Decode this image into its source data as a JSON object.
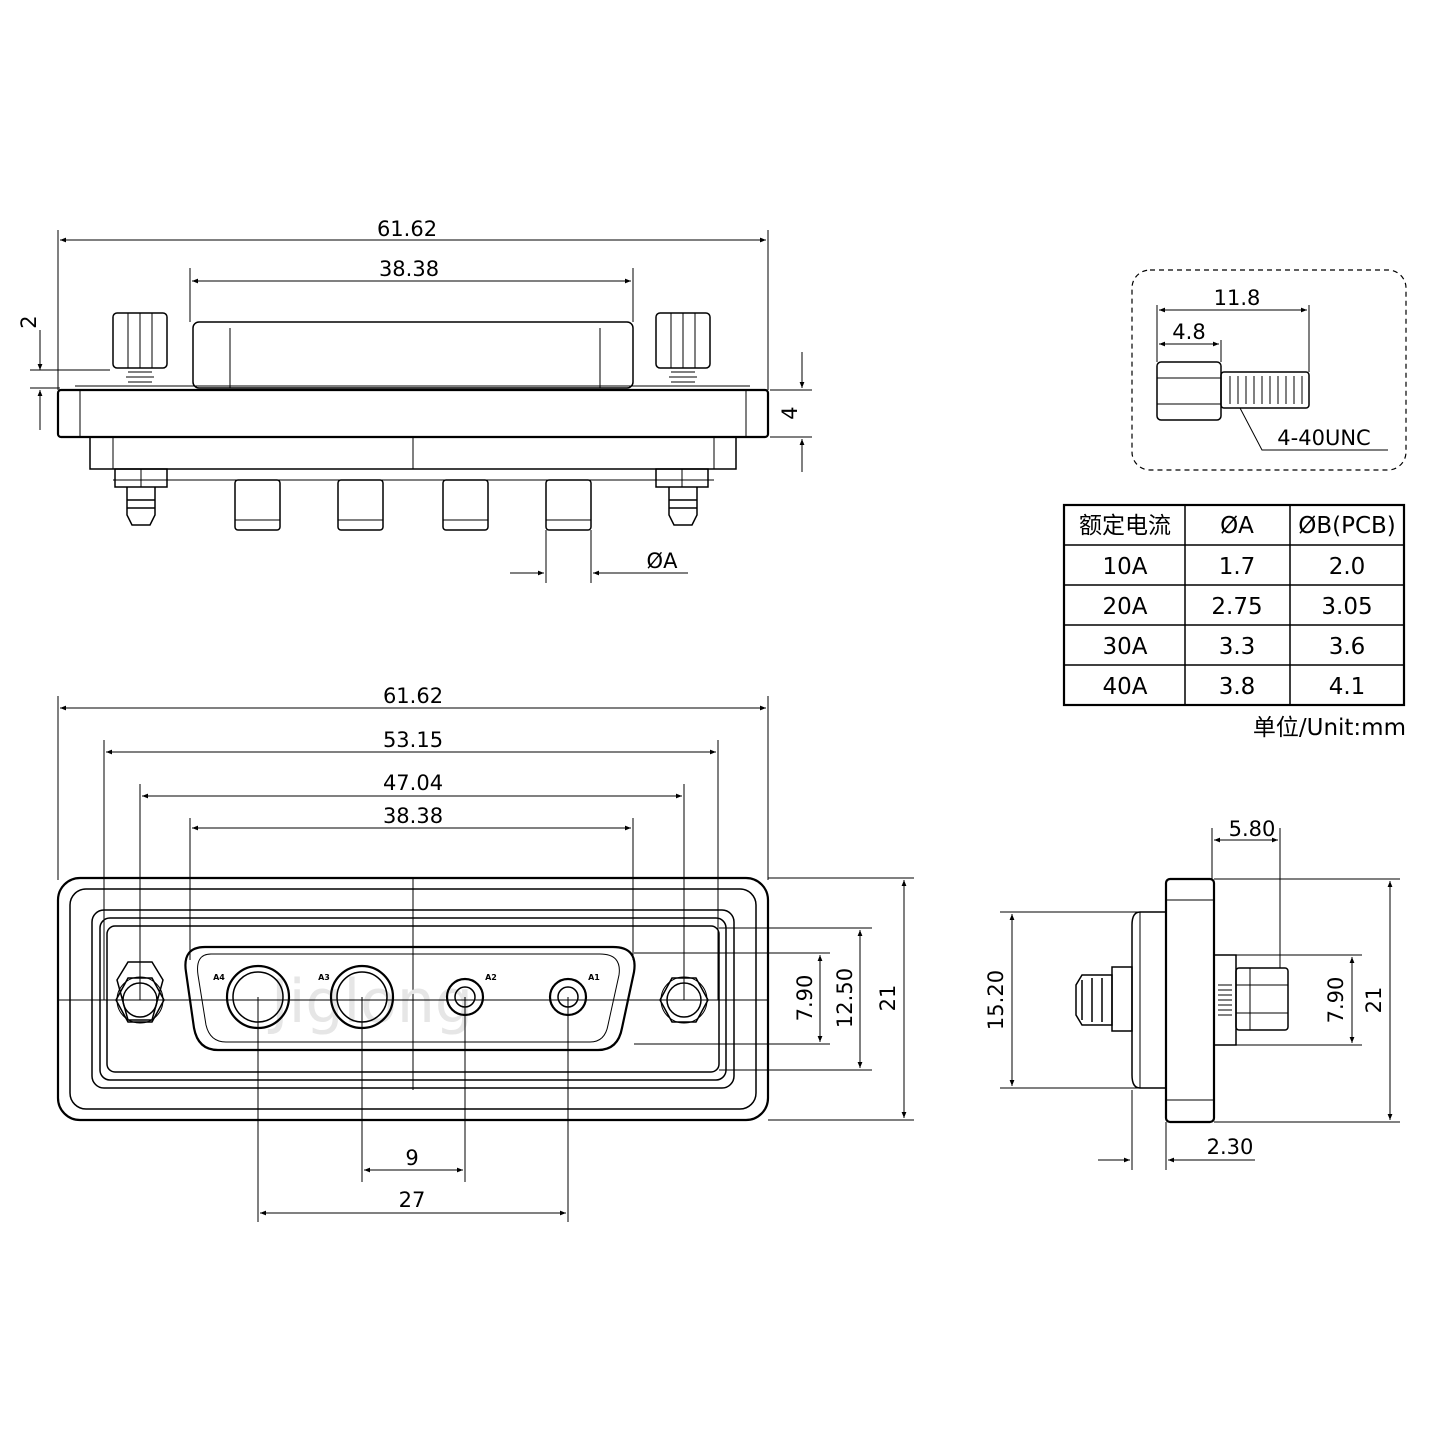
{
  "dimensions": {
    "top_view": {
      "overall_width": "61.62",
      "body_width": "38.38",
      "screw_offset": "2",
      "flange_thickness": "4",
      "pin_diameter": "ØA"
    },
    "screw_detail": {
      "total_length": "11.8",
      "head_length": "4.8",
      "thread_spec": "4-40UNC"
    },
    "front_view": {
      "overall_width": "61.62",
      "mount_hole_spacing": "53.15",
      "flange_inner_width": "47.04",
      "shell_width": "38.38",
      "pin_pitch_small": "9",
      "pin_pitch_outer": "27",
      "shell_height": "7.90",
      "inner_height": "12.50",
      "overall_height": "21"
    },
    "side_view": {
      "offset_top": "5.80",
      "body_height": "15.20",
      "shell_height": "7.90",
      "overall_height": "21",
      "offset_bottom": "2.30"
    }
  },
  "pin_labels": [
    "A4",
    "A3",
    "A2",
    "A1"
  ],
  "watermark": "Jiglong",
  "rating_table": {
    "headers": [
      "额定电流",
      "ØA",
      "ØB(PCB)"
    ],
    "rows": [
      [
        "10A",
        "1.7",
        "2.0"
      ],
      [
        "20A",
        "2.75",
        "3.05"
      ],
      [
        "30A",
        "3.3",
        "3.6"
      ],
      [
        "40A",
        "3.8",
        "4.1"
      ]
    ],
    "unit_note": "单位/Unit:mm"
  }
}
